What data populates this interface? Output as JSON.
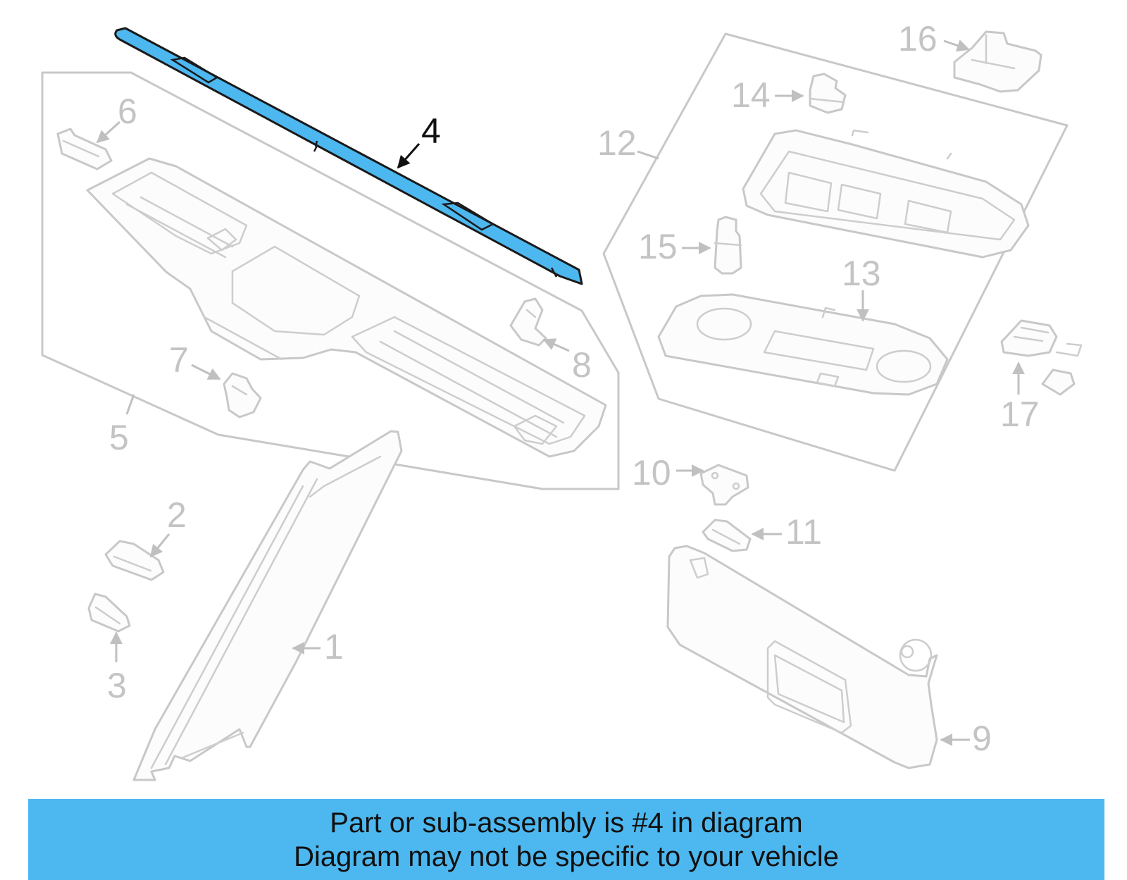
{
  "diagram": {
    "highlighted_part": "4",
    "highlight_color": "#4db8f0",
    "callouts": [
      {
        "id": "c1",
        "label": "1"
      },
      {
        "id": "c2",
        "label": "2"
      },
      {
        "id": "c3",
        "label": "3"
      },
      {
        "id": "c4",
        "label": "4"
      },
      {
        "id": "c5",
        "label": "5"
      },
      {
        "id": "c6",
        "label": "6"
      },
      {
        "id": "c7",
        "label": "7"
      },
      {
        "id": "c8",
        "label": "8"
      },
      {
        "id": "c9",
        "label": "9"
      },
      {
        "id": "c10",
        "label": "10"
      },
      {
        "id": "c11",
        "label": "11"
      },
      {
        "id": "c12",
        "label": "12"
      },
      {
        "id": "c13",
        "label": "13"
      },
      {
        "id": "c14",
        "label": "14"
      },
      {
        "id": "c15",
        "label": "15"
      },
      {
        "id": "c16",
        "label": "16"
      },
      {
        "id": "c17",
        "label": "17"
      }
    ]
  },
  "banner": {
    "line1": "Part or sub-assembly is #4 in diagram",
    "line2": "Diagram may not be specific to your vehicle",
    "background": "#4db8f0"
  }
}
